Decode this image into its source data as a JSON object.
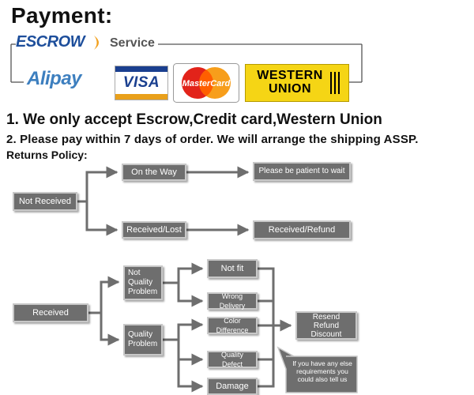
{
  "header": {
    "title": "Payment:",
    "escrow_logo": "ESCROW",
    "service_label": "Service",
    "alipay_logo": "Alipay",
    "visa_logo": "VISA",
    "mastercard_logo": "MasterCard",
    "western_union_logo_line1": "WESTERN",
    "western_union_logo_line2": "UNION"
  },
  "notes": {
    "line1": "1. We only accept Escrow,Credit card,Western Union",
    "line2": "2. Please pay within 7 days of order. We will arrange the shipping ASSP.",
    "line3": "Returns Policy:"
  },
  "flow": {
    "not_received": "Not Received",
    "on_the_way": "On the Way",
    "be_patient": "Please be patient to wait",
    "received_lost": "Received/Lost",
    "received_refund": "Received/Refund",
    "received": "Received",
    "not_quality_problem": "Not Quality Problem",
    "quality_problem": "Quality Problem",
    "not_fit": "Not fit",
    "wrong_delivery": "Wrong Delivery",
    "color_difference": "Color Difference",
    "quality_defect": "Quality Defect",
    "damage": "Damage",
    "resend_refund_discount": "Resend Refund Discount",
    "other_requirements": "If you have any else requirements you could also tell us"
  },
  "colors": {
    "box_fill": "#6e6e6e",
    "arrow": "#6e6e6e",
    "escrow_blue": "#1d4e9b",
    "western_union_yellow": "#f5d515"
  }
}
